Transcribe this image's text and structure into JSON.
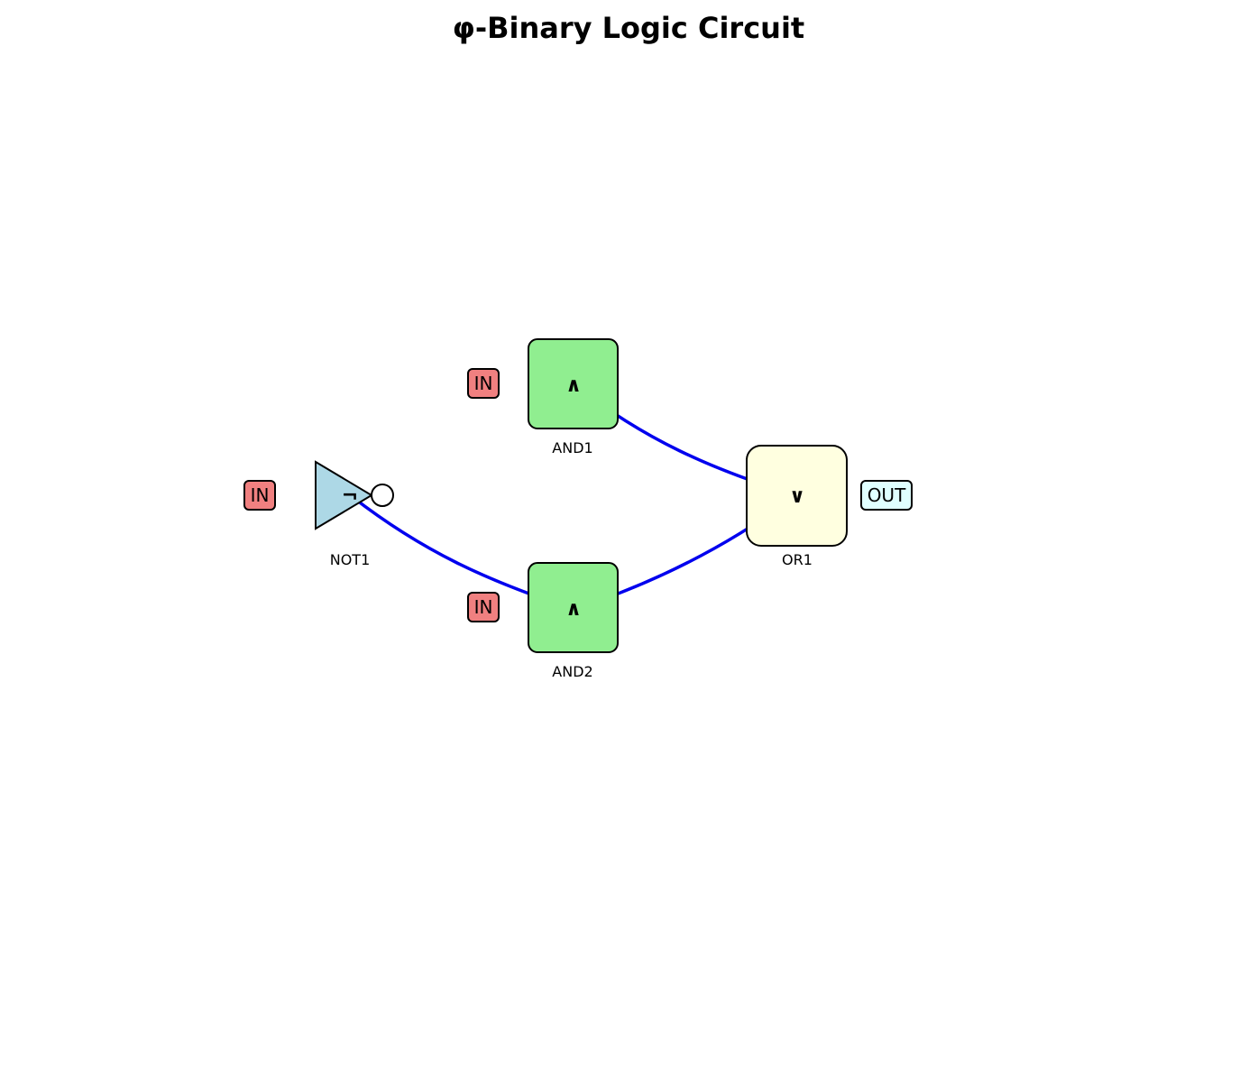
{
  "title": "φ-Binary Logic Circuit",
  "colors": {
    "and_fill": "#90ee90",
    "or_fill": "#ffffe0",
    "not_fill": "#add8e6",
    "input_fill": "#f08080",
    "output_fill": "#e0ffff",
    "wire": "#0000ee",
    "stroke": "#000000"
  },
  "gates": {
    "and1": {
      "label": "AND1",
      "symbol": "∧"
    },
    "and2": {
      "label": "AND2",
      "symbol": "∧"
    },
    "or1": {
      "label": "OR1",
      "symbol": "∨"
    },
    "not1": {
      "label": "NOT1",
      "symbol": "¬"
    }
  },
  "ports": {
    "in_and1": "IN",
    "in_and2": "IN",
    "in_not1": "IN",
    "out_or1": "OUT"
  },
  "connections": [
    {
      "from": "not1",
      "to": "and2"
    },
    {
      "from": "and1",
      "to": "or1"
    },
    {
      "from": "and2",
      "to": "or1"
    }
  ]
}
